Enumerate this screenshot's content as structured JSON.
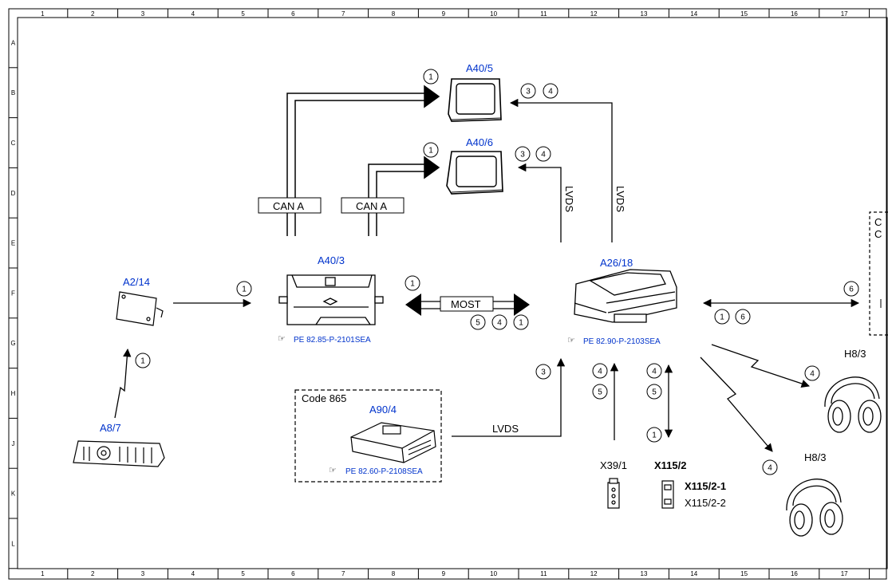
{
  "grid": {
    "columns": [
      "1",
      "2",
      "3",
      "4",
      "5",
      "6",
      "7",
      "8",
      "9",
      "10",
      "11",
      "12",
      "13",
      "14",
      "15",
      "16",
      "17"
    ],
    "rows": [
      "A",
      "B",
      "C",
      "D",
      "E",
      "F",
      "G",
      "H",
      "J",
      "K",
      "L"
    ]
  },
  "components": {
    "a40_5": "A40/5",
    "a40_6": "A40/6",
    "a40_3": "A40/3",
    "a26_18": "A26/18",
    "a2_14": "A2/14",
    "a8_7": "A8/7",
    "a90_4": "A90/4",
    "h8_3_top": "H8/3",
    "h8_3_bottom": "H8/3",
    "x39_1": "X39/1",
    "x115_2": "X115/2",
    "x115_2_1": "X115/2-1",
    "x115_2_2": "X115/2-2"
  },
  "references": {
    "a40_3_ref": "PE 82.85-P-2101SEA",
    "a26_18_ref": "PE 82.90-P-2103SEA",
    "a90_4_ref": "PE 82.60-P-2108SEA"
  },
  "buses": {
    "can_a_left": "CAN A",
    "can_a_right": "CAN A",
    "most": "MOST",
    "lvds_a40_6": "LVDS",
    "lvds_a40_5": "LVDS",
    "lvds_a90_4": "LVDS"
  },
  "code_box": {
    "label": "Code 865"
  },
  "right_edge": {
    "line1": "C",
    "line2": "C"
  },
  "callouts": {
    "a40_5_1": "1",
    "a40_5_3": "3",
    "a40_5_4": "4",
    "a40_6_1": "1",
    "a40_6_3": "3",
    "a40_6_4": "4",
    "a2_14_1": "1",
    "a8_7_1": "1",
    "most_1_top": "1",
    "most_5": "5",
    "most_4": "4",
    "most_1": "1",
    "lvds_a90_3": "3",
    "x39_4": "4",
    "x39_5": "5",
    "x115_4": "4",
    "x115_5": "5",
    "x115_1": "1",
    "right_1": "1",
    "right_6_low": "6",
    "right_6_high": "6",
    "h8_top_4": "4",
    "h8_bottom_4": "4"
  }
}
